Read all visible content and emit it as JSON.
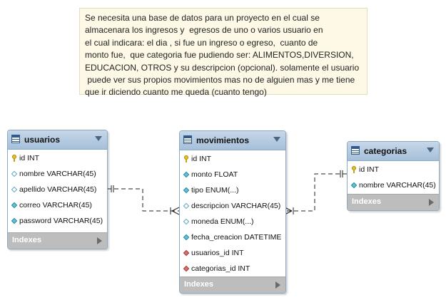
{
  "note": {
    "lines": [
      "Se necesita una base de datos para un proyecto en el cual se",
      "almacenara los ingresos y  egresos de uno o varios usuario en",
      "el cual indicara: el dia , si fue un ingreso o egreso,  cuanto de",
      "monto fue,  que categoria fue pudiendo ser: ALIMENTOS,DIVERSION,",
      "EDUCACION, OTROS y su descripcion (opcional). solamente el usuario",
      " puede ver sus propios movimientos mas no de alguien mas y me tiene",
      "que ir diciendo cuanto me queda (cuanto tengo)"
    ]
  },
  "tables": {
    "usuarios": {
      "title": "usuarios",
      "columns": [
        {
          "name": "id INT",
          "key": "pk"
        },
        {
          "name": "nombre VARCHAR(45)",
          "key": "hollow"
        },
        {
          "name": "apellido VARCHAR(45)",
          "key": "hollow"
        },
        {
          "name": "correo VARCHAR(45)",
          "key": "filled"
        },
        {
          "name": "password VARCHAR(45)",
          "key": "filled"
        }
      ],
      "indexes_label": "Indexes"
    },
    "movimientos": {
      "title": "movimientos",
      "columns": [
        {
          "name": "id INT",
          "key": "pk"
        },
        {
          "name": "monto FLOAT",
          "key": "filled"
        },
        {
          "name": "tipo ENUM(...)",
          "key": "filled"
        },
        {
          "name": "descripcion VARCHAR(45)",
          "key": "hollow"
        },
        {
          "name": "moneda ENUM(...)",
          "key": "hollow"
        },
        {
          "name": "fecha_creacion DATETIME",
          "key": "filled"
        },
        {
          "name": "usuarios_id INT",
          "key": "fk"
        },
        {
          "name": "categorias_id INT",
          "key": "fk"
        }
      ],
      "indexes_label": "Indexes"
    },
    "categorias": {
      "title": "categorias",
      "columns": [
        {
          "name": "id INT",
          "key": "pk"
        },
        {
          "name": "nombre VARCHAR(45)",
          "key": "filled"
        }
      ],
      "indexes_label": "Indexes"
    }
  }
}
